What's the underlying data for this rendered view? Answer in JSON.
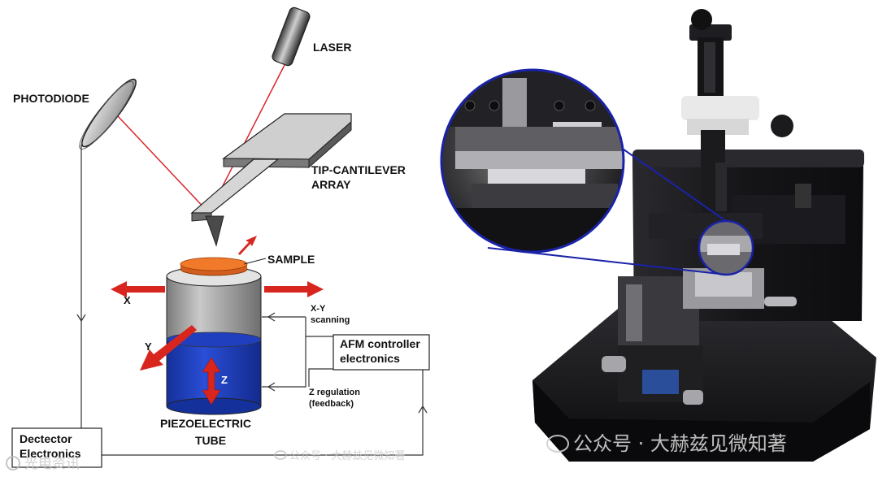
{
  "diagram": {
    "labels": {
      "laser": "LASER",
      "photodiode": "PHOTODIODE",
      "tip_cantilever_line1": "TIP-CANTILEVER",
      "tip_cantilever_line2": "ARRAY",
      "sample": "SAMPLE",
      "axis_x": "X",
      "axis_y": "Y",
      "axis_z": "Z",
      "xy_scanning_line1": "X-Y",
      "xy_scanning_line2": "scanning",
      "afm_controller_line1": "AFM controller",
      "afm_controller_line2": "electronics",
      "z_regulation_line1": "Z regulation",
      "z_regulation_line2": "(feedback)",
      "piezo_line1": "PIEZOELECTRIC",
      "piezo_line2": "TUBE",
      "detector_line1": "Dectector",
      "detector_line2": "Electronics"
    },
    "colors": {
      "laser_beam": "#d9262b",
      "sample_top": "#f07a2a",
      "tube_grey": "#a8a8a8",
      "tube_blue": "#1f3fbf",
      "arrow_red": "#d8261f",
      "zoom_circle": "#1a22a8"
    }
  },
  "watermarks": {
    "left_bottom": "光电资讯",
    "center_small": "公众号 · 大赫兹见微知著",
    "right_big": "公众号 · 大赫兹见微知著"
  }
}
